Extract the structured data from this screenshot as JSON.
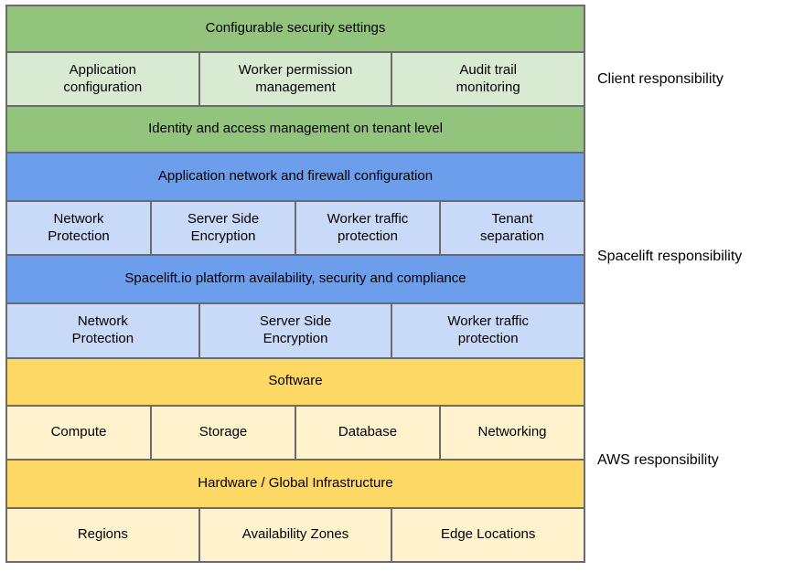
{
  "colors": {
    "green_dark": "#93C47D",
    "green_light": "#D9EAD3",
    "blue_dark": "#6D9EEB",
    "blue_light": "#C9DAF8",
    "yellow_dark": "#FFD966",
    "yellow_light": "#FFF2CC",
    "border": "#6B6B6B",
    "text": "#000000",
    "background": "#FFFFFF"
  },
  "sections": [
    {
      "name": "client",
      "label": "Client responsibility",
      "rows": [
        {
          "type": "header",
          "cells": [
            "Configurable security settings"
          ]
        },
        {
          "type": "cells",
          "cells": [
            "Application\nconfiguration",
            "Worker permission\nmanagement",
            "Audit trail\nmonitoring"
          ]
        },
        {
          "type": "header",
          "cells": [
            "Identity and access management on tenant level"
          ]
        }
      ]
    },
    {
      "name": "spacelift",
      "label": "Spacelift responsibility",
      "rows": [
        {
          "type": "header",
          "cells": [
            "Application network and firewall configuration"
          ]
        },
        {
          "type": "cells",
          "cells": [
            "Network\nProtection",
            "Server Side\nEncryption",
            "Worker traffic\nprotection",
            "Tenant\nseparation"
          ]
        },
        {
          "type": "header",
          "cells": [
            "Spacelift.io platform availability, security and compliance"
          ]
        },
        {
          "type": "cells",
          "cells": [
            "Network\nProtection",
            "Server Side\nEncryption",
            "Worker traffic\nprotection"
          ]
        }
      ]
    },
    {
      "name": "aws",
      "label": "AWS responsibility",
      "rows": [
        {
          "type": "header",
          "cells": [
            "Software"
          ]
        },
        {
          "type": "cells",
          "cells": [
            "Compute",
            "Storage",
            "Database",
            "Networking"
          ]
        },
        {
          "type": "header",
          "cells": [
            "Hardware / Global Infrastructure"
          ]
        },
        {
          "type": "cells",
          "cells": [
            "Regions",
            "Availability Zones",
            "Edge Locations"
          ]
        }
      ]
    }
  ]
}
